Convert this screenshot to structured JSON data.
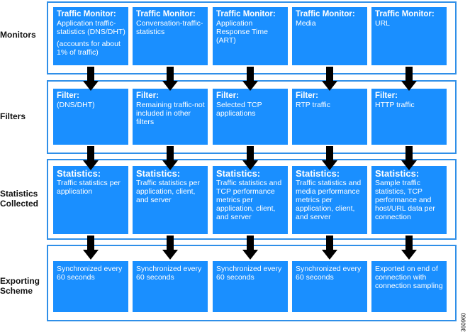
{
  "rows": {
    "monitors": {
      "label": "Monitors",
      "boxes": [
        {
          "head": "Traffic Monitor:",
          "body": "Application traffic-statistics (DNS/DHT)",
          "note": "(accounts for about 1% of traffic)"
        },
        {
          "head": "Traffic Monitor:",
          "body": "Conversation-traffic-statistics"
        },
        {
          "head": "Traffic Monitor:",
          "body": "Application Response Time (ART)"
        },
        {
          "head": "Traffic Monitor:",
          "body": "Media"
        },
        {
          "head": "Traffic Monitor:",
          "body": "URL"
        }
      ]
    },
    "filters": {
      "label": "Filters",
      "boxes": [
        {
          "head": "Filter:",
          "body": "(DNS/DHT)"
        },
        {
          "head": "Filter:",
          "body": "Remaining traffic-not included in other filters"
        },
        {
          "head": "Filter:",
          "body": "Selected TCP applications"
        },
        {
          "head": "Filter:",
          "body": "RTP traffic"
        },
        {
          "head": "Filter:",
          "body": "HTTP traffic"
        }
      ]
    },
    "statistics": {
      "label": "Statistics Collected",
      "boxes": [
        {
          "head": "Statistics:",
          "body": "Traffic statistics per application"
        },
        {
          "head": "Statistics:",
          "body": "Traffic statistics per application, client, and server"
        },
        {
          "head": "Statistics:",
          "body": "Traffic statistics and TCP performance metrics per application, client, and server"
        },
        {
          "head": "Statistics:",
          "body": "Traffic statistics and media performance metrics per application, client, and server"
        },
        {
          "head": "Statistics:",
          "body": "Sample traffic statistics, TCP performance and host/URL data per connection"
        }
      ]
    },
    "exporting": {
      "label": "Exporting Scheme",
      "boxes": [
        {
          "body": "Synchronized every 60 seconds"
        },
        {
          "body": "Synchronized every 60 seconds"
        },
        {
          "body": "Synchronized every 60 seconds"
        },
        {
          "body": "Synchronized every 60 seconds"
        },
        {
          "body": "Exported on end of connection with connection sampling"
        }
      ]
    }
  },
  "figure_id": "360960",
  "colors": {
    "box_fill": "#1a8fff",
    "panel_border": "#2f8fe8",
    "arrow": "#000000"
  }
}
